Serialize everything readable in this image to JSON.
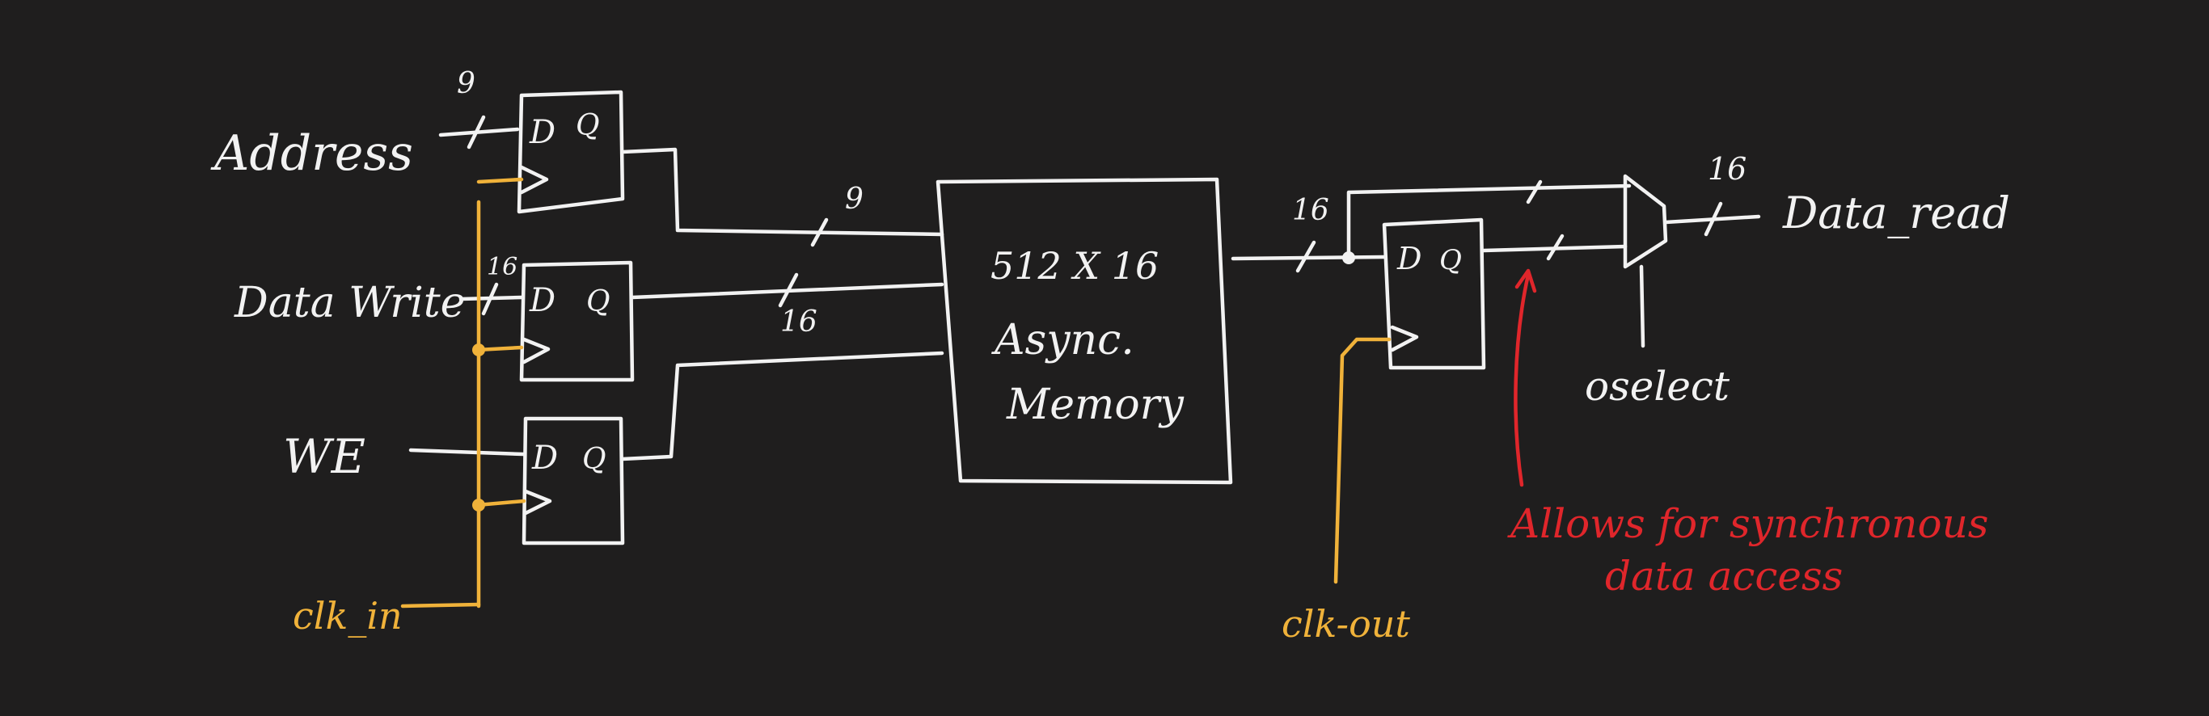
{
  "colors": {
    "background": "#1f1e1e",
    "wire": "#f2f2f2",
    "clock": "#f0b23a",
    "annotation": "#e0262b"
  },
  "inputs": {
    "address": "Address",
    "data_write": "Data Write",
    "we": "WE"
  },
  "bus_widths": {
    "address_in": "9",
    "data_write_in": "16",
    "address_to_mem": "9",
    "data_to_mem": "16",
    "mem_out": "16",
    "data_read_out": "16"
  },
  "flipflop": {
    "d": "D",
    "q": "Q"
  },
  "memory": {
    "size": "512 X 16",
    "type_line1": "Async.",
    "type_line2": "Memory"
  },
  "mux": {
    "select": "oselect"
  },
  "outputs": {
    "data_read": "Data_read"
  },
  "clocks": {
    "clk_in": "clk_in",
    "clk_out": "clk-out"
  },
  "annotation": {
    "line1": "Allows for synchronous",
    "line2": "data access"
  }
}
